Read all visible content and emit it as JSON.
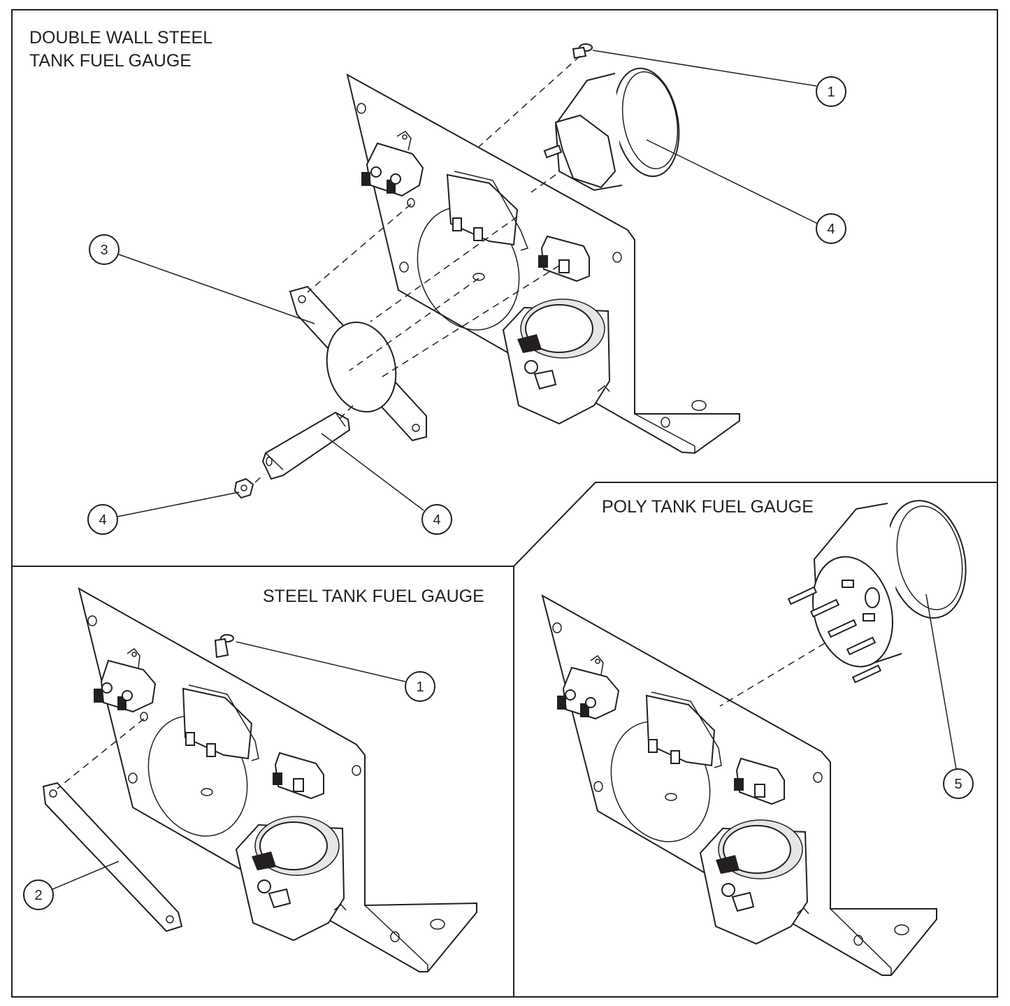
{
  "panels": {
    "double_wall": {
      "title_line1": "DOUBLE WALL  STEEL",
      "title_line2": "TANK FUEL GAUGE"
    },
    "steel": {
      "title": "STEEL TANK FUEL GAUGE"
    },
    "poly": {
      "title": "POLY TANK FUEL GAUGE"
    }
  },
  "callouts": {
    "dw_screw": "1",
    "dw_gauge": "4",
    "dw_gasket": "3",
    "dw_nut": "4",
    "dw_bracket": "4",
    "st_screw": "1",
    "st_gasket": "2",
    "pt_gauge": "5"
  }
}
